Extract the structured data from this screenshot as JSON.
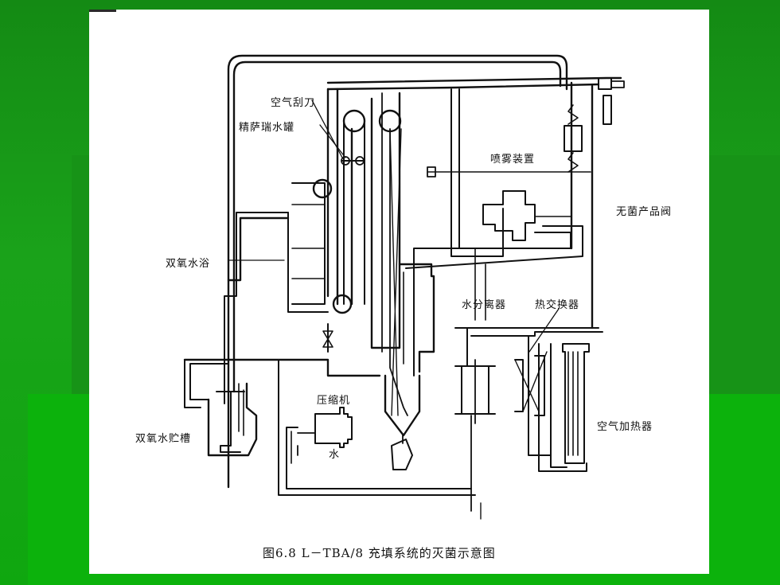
{
  "labels": {
    "air_knife": "空气刮刀",
    "purifier_tank": "精萨瑞水罐",
    "spray_device": "喷雾装置",
    "sterile_valve": "无菌产品阀",
    "h2o2_bath": "双氧水浴",
    "water_separator": "水分离器",
    "heat_exchanger": "热交换器",
    "compressor": "压缩机",
    "water": "水",
    "h2o2_tank": "双氧水贮槽",
    "air_heater": "空气加热器"
  },
  "caption": "图6.8   L－TBA/8 充填系统的灭菌示意图",
  "colors": {
    "background": "#1f9a1f",
    "card": "#ffffff",
    "ink": "#111111"
  }
}
